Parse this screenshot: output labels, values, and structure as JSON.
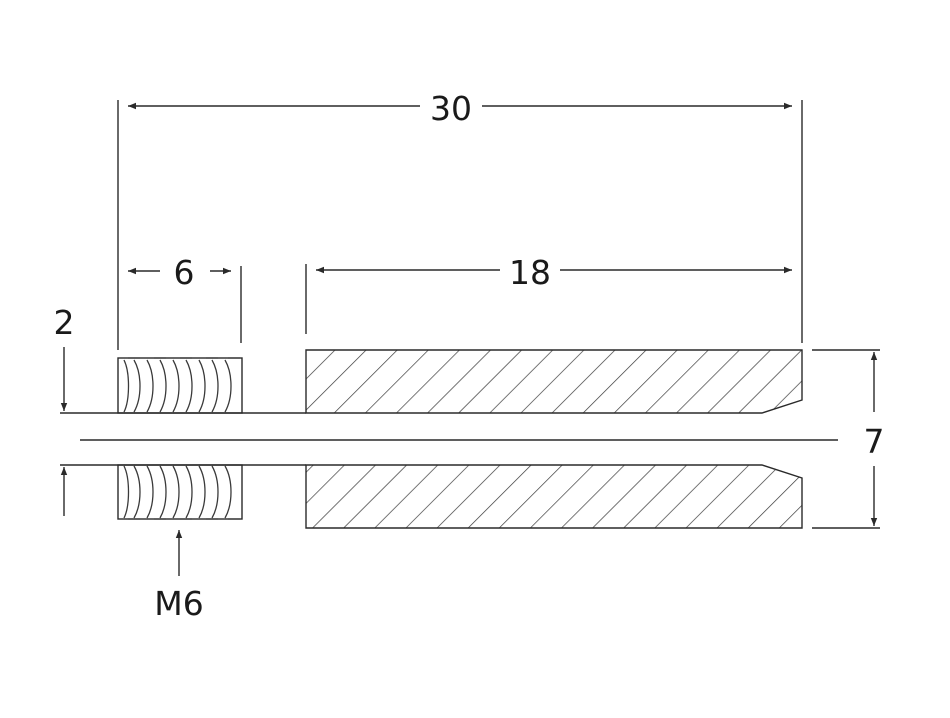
{
  "dimensions": {
    "overall_length": "30",
    "thread_length": "6",
    "body_length": "18",
    "bore_diameter": "2",
    "outer_diameter": "7",
    "thread_spec": "M6"
  },
  "colors": {
    "line": "#2a2a2a",
    "hatch": "#3a3a3a",
    "background": "#ffffff"
  }
}
